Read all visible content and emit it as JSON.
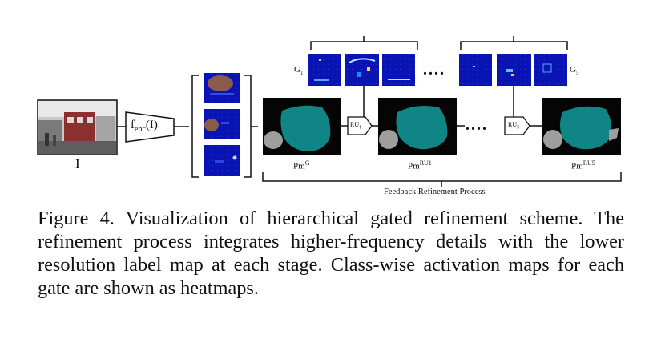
{
  "figure": {
    "input_label": "I",
    "encoder_label": "f",
    "encoder_sub": "enc",
    "encoder_arg": "(I)",
    "gate_first": {
      "base": "G",
      "sub": "1"
    },
    "gate_last": {
      "base": "G",
      "sub": "5"
    },
    "top_ellipsis": "....",
    "mid_ellipsis": "....",
    "ru_first": {
      "base": "RU",
      "sub": "1"
    },
    "ru_last": {
      "base": "RU",
      "sub": "5"
    },
    "pm_g": {
      "base": "Pm",
      "sup": "G"
    },
    "pm_ru1": {
      "base": "Pm",
      "sup": "RU1"
    },
    "pm_ru5": {
      "base": "Pm",
      "sup": "RU5"
    },
    "process_label": "Feedback Refinement Process"
  },
  "caption": "Figure 4. Visualization of hierarchical gated refinement scheme. The refinement process integrates higher-frequency details with the lower resolution label map at each stage. Class-wise activation maps for each gate are shown as heatmaps.",
  "colors": {
    "segment_teal": "#0f8585",
    "segment_gray": "#9e9e9e",
    "heatmap_bg": "#0a14b4",
    "blob_brown": "#8a5a4a"
  }
}
